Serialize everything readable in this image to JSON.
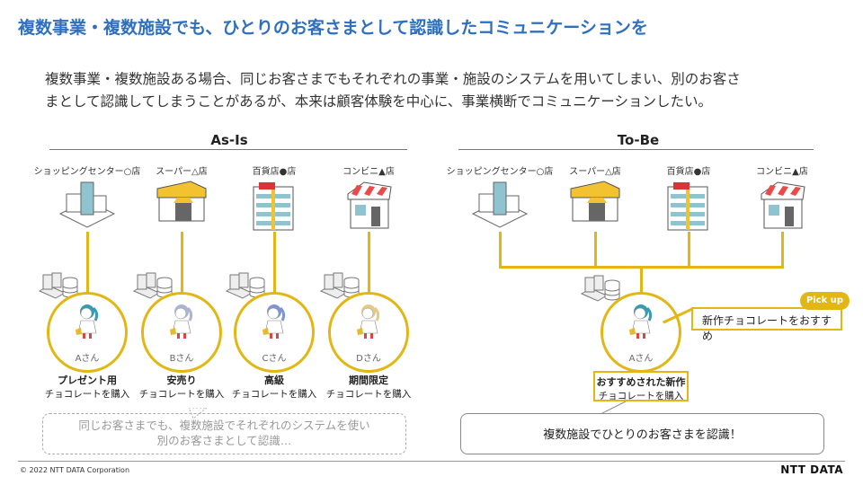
{
  "title": "複数事業・複数施設でも、ひとりのお客さまとして認識したコミュニケーションを",
  "description": [
    "複数事業・複数施設ある場合、同じお客さまでもそれぞれの事業・施設のシステムを用いてしまい、別のお客さ",
    "まとして認識してしまうことがあるが、本来は顧客体験を中心に、事業横断でコミュニケーションしたい。"
  ],
  "as_is": {
    "heading": "As-Is",
    "stores": [
      "ショッピングセンター○店",
      "スーパー△店",
      "百貨店●店",
      "コンビニ▲店"
    ],
    "customers": [
      {
        "name": "Aさん",
        "purpose": "プレゼント用",
        "action": "チョコレートを購入"
      },
      {
        "name": "Bさん",
        "purpose": "安売り",
        "action": "チョコレートを購入"
      },
      {
        "name": "Cさん",
        "purpose": "高級",
        "action": "チョコレートを購入"
      },
      {
        "name": "Dさん",
        "purpose": "期間限定",
        "action": "チョコレートを購入"
      }
    ],
    "comment": [
      "同じお客さまでも、複数施設でそれぞれのシステムを使い",
      "別のお客さまとして認識…"
    ]
  },
  "to_be": {
    "heading": "To-Be",
    "stores": [
      "ショッピングセンター○店",
      "スーパー△店",
      "百貨店●店",
      "コンビニ▲店"
    ],
    "customer": {
      "name": "Aさん",
      "purpose": "おすすめされた新作",
      "action": "チョコレートを購入"
    },
    "pickup_badge": "Pick up",
    "pickup_text": "新作チョコレートをおすすめ",
    "summary": "複数施設でひとりのお客さまを認識！"
  },
  "footer": {
    "copyright": "© 2022 NTT DATA Corporation",
    "logo": "NTT DATA"
  },
  "colors": {
    "accent": "#e2b715",
    "title": "#2f6fbf"
  }
}
